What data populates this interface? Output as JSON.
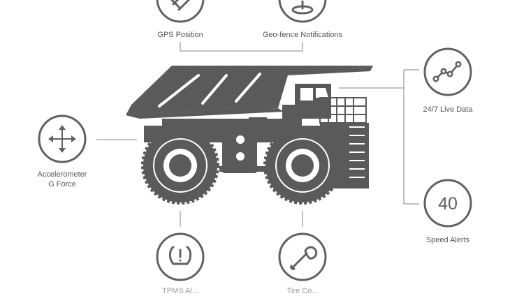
{
  "features": {
    "gps": {
      "label": "GPS Position",
      "icon": "satellite-icon"
    },
    "geofence": {
      "label": "Geo-fence Notifications",
      "icon": "map-pin-icon"
    },
    "live_data": {
      "label": "24/7 Live Data",
      "icon": "line-chart-icon"
    },
    "accelerometer": {
      "label_line1": "Accelerometer",
      "label_line2": "G Force",
      "icon": "direction-arrows-icon"
    },
    "speed": {
      "label": "Speed Alerts",
      "value": "40",
      "icon": "speed-value-icon"
    },
    "tpms": {
      "label": "TPMS Al...",
      "icon": "tire-pressure-icon"
    },
    "tire": {
      "label": "Tire Co...",
      "icon": "wrench-icon"
    }
  },
  "colors": {
    "icon": "#616161",
    "line": "#9e9e9e",
    "truck": "#5a5a5a",
    "text": "#555555"
  }
}
